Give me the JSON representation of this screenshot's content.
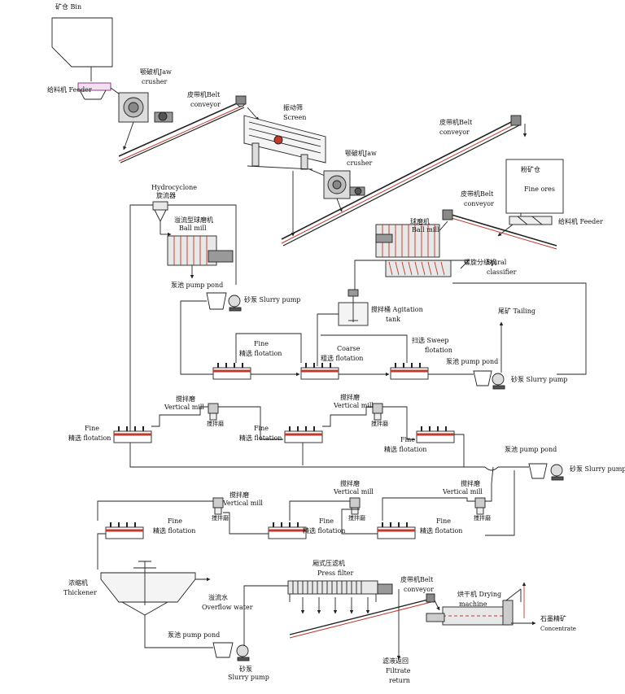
{
  "labels": {
    "bin": "矿仓 Bin",
    "feeder1": "给料机 Feeder",
    "jaw1_cn": "颚破机Jaw",
    "jaw1_en": "crusher",
    "belt1_cn": "皮带机Belt",
    "belt1_en": "conveyor",
    "screen_cn": "振动筛",
    "screen_en": "Screen",
    "belt2_cn": "皮带机Belt",
    "belt2_en": "conveyor",
    "jaw2_cn": "颚破机Jaw",
    "jaw2_en": "crusher",
    "fine_ores_cn": "粉矿仓",
    "fine_ores_en": "Fine ores",
    "belt3_cn": "皮带机Belt",
    "belt3_en": "conveyor",
    "feeder2": "给料机 Feeder",
    "hydrocyclone_en": "Hydrocyclone",
    "hydrocyclone_cn": "旋流器",
    "overflow_mill_cn": "溢流型球磨机",
    "overflow_mill_en": "Ball mill",
    "ballmill2_cn": "球磨机",
    "ballmill2_en": "Ball mill",
    "spiral_cn": "螺旋分级机",
    "spiral_en1": "Spiral",
    "spiral_en2": "classifier",
    "pumppond1": "泵池  pump pond",
    "slurrypump1": "砂泵 Slurry pump",
    "agitation_cn": "搅拌桶 Agitation",
    "agitation_en": "tank",
    "tailing": "尾矿  Tailing",
    "fine1_en": "Fine",
    "fine1_cn": "精选 flotation",
    "coarse_en": "Coarse",
    "coarse_cn": "粗选 flotation",
    "sweep_cn": "扫选   Sweep",
    "sweep_en": "flotation",
    "pumppond2": "泵池  pump pond",
    "slurrypump2": "砂泵 Slurry pump",
    "vmill1_cn": "搅拌磨",
    "vmill1_en": "Vertical mill",
    "vmill2_cn": "搅拌磨",
    "vmill2_en": "Vertical mill",
    "fine2_en": "Fine",
    "fine2_cn": "精选 flotation",
    "fine3_en": "Fine",
    "fine3_cn": "精选 flotation",
    "fine4_en": "Fine",
    "fine4_cn": "精选 flotation",
    "pumppond3": "泵池  pump pond",
    "slurrypump3": "砂泵 Slurry pump",
    "vmill3_cn": "搅拌磨",
    "vmill3_en": "Vertical mill",
    "vmill4_cn": "搅拌磨",
    "vmill4_en": "Vertical mill",
    "vmill5_cn": "搅拌磨",
    "vmill5_en": "Vertical mill",
    "fine5_en": "Fine",
    "fine5_cn": "精选 flotation",
    "fine6_en": "Fine",
    "fine6_cn": "精选 flotation",
    "fine7_en": "Fine",
    "fine7_cn": "精选 flotation",
    "thickener_cn": "浓缩机",
    "thickener_en": "Thickener",
    "overflow_cn": "溢流水",
    "overflow_en": "Overflow water",
    "pumppond4": "泵池  pump pond",
    "slurrypump4_cn": "砂泵",
    "slurrypump4_en": "Slurry pump",
    "press_cn": "厢式压滤机",
    "press_en": "Press filter",
    "belt4_cn": "皮带机Belt",
    "belt4_en": "conveyor",
    "dryer_cn": "烘干机 Drying",
    "dryer_en": "machine",
    "filtrate_cn": "滤液返回",
    "filtrate_en1": "Filtrate",
    "filtrate_en2": "return",
    "concentrate_cn": "石墨精矿",
    "concentrate_en": "Concentrate",
    "mill_tag": "搅拌磨"
  },
  "colors": {
    "line": "#222222",
    "accent": "#c0392b",
    "equipment_fill": "#e8e8e8",
    "motor": "#444444"
  }
}
